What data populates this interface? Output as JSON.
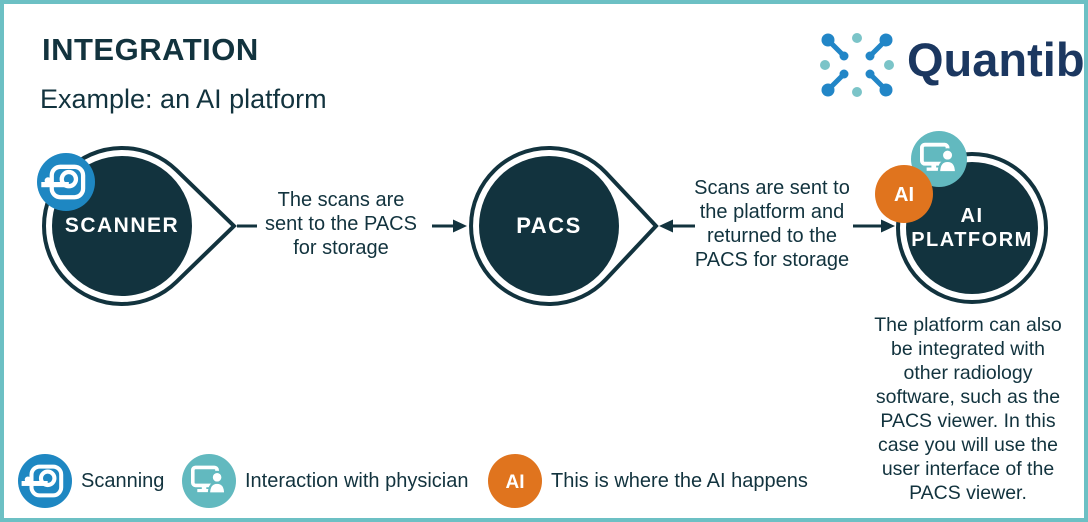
{
  "colors": {
    "navy": "#12333E",
    "border-teal": "#6CC0C4",
    "badge-blue": "#1E87C2",
    "badge-teal": "#62B9BF",
    "badge-orange": "#E0741E",
    "logo-blue": "#2286C7",
    "logo-teal": "#7BC4C8",
    "logo-text": "#1B3760"
  },
  "header": {
    "title": "INTEGRATION",
    "subtitle": "Example: an AI platform",
    "logo_text": "Quantib"
  },
  "diagram": {
    "nodes": [
      {
        "label": "SCANNER"
      },
      {
        "label": "PACS"
      },
      {
        "label": "AI\nPLATFORM"
      }
    ],
    "connectors": [
      {
        "text": "The scans are\nsent to the PACS\nfor storage"
      },
      {
        "text": "Scans are sent to\nthe platform and\nreturned to the\nPACS for storage"
      }
    ],
    "ai_badge_label": "AI",
    "note": "The platform can also\nbe integrated with\nother radiology\nsoftware, such as the\nPACS viewer. In this\ncase you will use the\nuser interface of the\nPACS viewer."
  },
  "legend": {
    "items": [
      {
        "icon": "mri-scanner-icon",
        "label": "Scanning"
      },
      {
        "icon": "physician-computer-icon",
        "label": "Interaction with physician"
      },
      {
        "icon": "ai-badge-icon",
        "label": "This is where the AI happens"
      }
    ]
  }
}
